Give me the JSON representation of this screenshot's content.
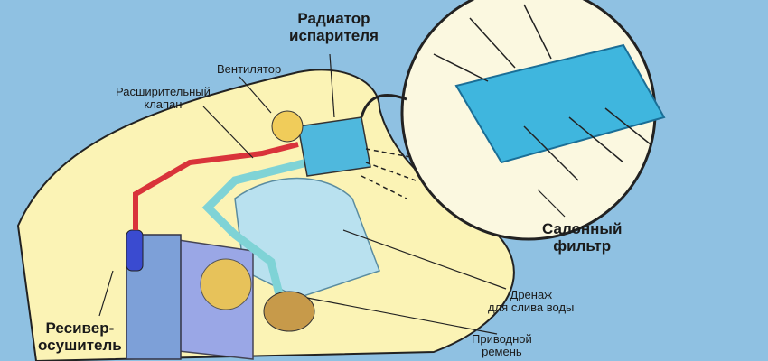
{
  "labels": {
    "evaporator": [
      "Радиатор",
      "испарителя"
    ],
    "fan": "Вентилятор",
    "expansion_valve": [
      "Расширительный",
      "клапан"
    ],
    "cabin_filter": [
      "Салонный",
      "фильтр"
    ],
    "drain": [
      "Дренаж",
      "для слива воды"
    ],
    "drive_belt": [
      "Приводной",
      "ремень"
    ],
    "receiver_drier": [
      "Ресивер-",
      "осушитель"
    ]
  },
  "colors": {
    "background": "#8fc1e2",
    "body": "#fbf3b5",
    "pipe_high": "#d9333a",
    "pipe_low": "#7fd3d6",
    "filter": "#3fb6de"
  }
}
